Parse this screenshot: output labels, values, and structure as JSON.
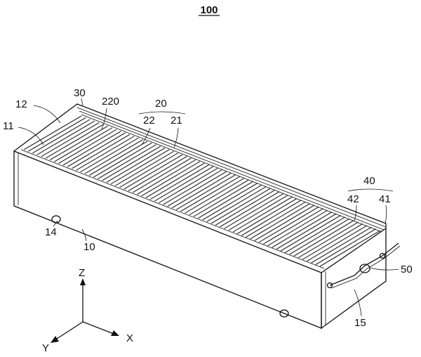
{
  "figure": {
    "title": "100",
    "labels": {
      "l30": "30",
      "l220": "220",
      "l20": "20",
      "l12": "12",
      "l22": "22",
      "l21": "21",
      "l11": "11",
      "l40": "40",
      "l42": "42",
      "l41": "41",
      "l14": "14",
      "l10": "10",
      "l50": "50",
      "l15": "15"
    },
    "axes": {
      "z": "Z",
      "x": "X",
      "y": "Y"
    }
  }
}
